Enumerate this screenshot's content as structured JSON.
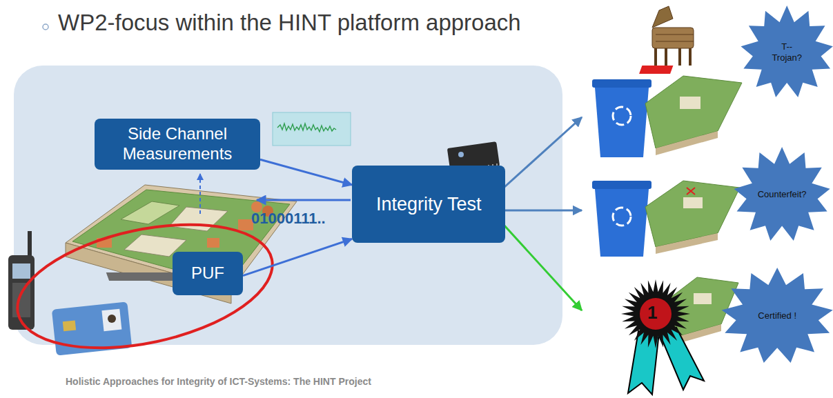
{
  "diagram": {
    "title": "WP2-focus within the HINT platform approach",
    "caption": "Holistic Approaches for Integrity of ICT-Systems: The HINT Project",
    "nodes": [
      {
        "text": [
          "T--",
          "Trojan?"
        ]
      },
      {
        "text": [
          "Side Channel Measurements"
        ]
      },
      {
        "text": [
          "Integrity Test"
        ]
      },
      {
        "text": [
          "Counterfeit?"
        ]
      },
      {
        "text": [
          "PUF"
        ]
      },
      {
        "text": [
          "Certified !"
        ]
      }
    ],
    "edges": [
      {
        "from": 1,
        "to": 2,
        "arrow": "to"
      },
      {
        "from": 4,
        "to": 2,
        "arrow": "to"
      }
    ],
    "labels": [
      "01000111..",
      "1"
    ]
  }
}
